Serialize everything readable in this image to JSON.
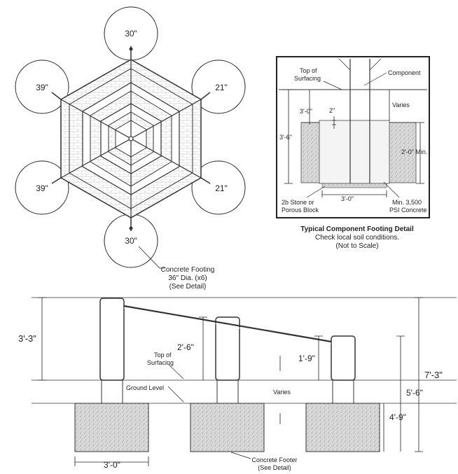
{
  "plan": {
    "footing_labels": [
      "30\"",
      "21\"",
      "21\"",
      "30\"",
      "39\"",
      "39\""
    ],
    "callout_line1": "Concrete Footing",
    "callout_line2": "36\" Dia. (x6)",
    "callout_line3": "(See Detail)"
  },
  "detail": {
    "top_of_surfacing_1": "Top of",
    "top_of_surfacing_2": "Surfacing",
    "component": "Component",
    "varies": "Varies",
    "dim_3_0_top": "3'-0\"",
    "dim_2": "2\"",
    "dim_3_6": "3'-6\"",
    "dim_2_0_min": "2'-0\" Min.",
    "dim_3_0_bottom": "3'-0\"",
    "stone_1": "2b Stone or",
    "stone_2": "Porous Block",
    "concrete_1": "Min. 3,500",
    "concrete_2": "PSI Concrete",
    "caption_title": "Typical Component Footing Detail",
    "caption_line2": "Check local soil conditions.",
    "caption_line3": "(Not to Scale)"
  },
  "elevation": {
    "dim_3_3": "3'-3\"",
    "dim_2_6": "2'-6\"",
    "dim_1_9": "1'-9\"",
    "dim_7_3": "7'-3\"",
    "dim_5_6": "5'-6\"",
    "dim_4_9": "4'-9\"",
    "top_surf_1": "Top of",
    "top_surf_2": "Surfacing",
    "ground_level": "Ground Level",
    "varies": "Varies",
    "dim_3_0": "3'-0\"",
    "footer_1": "Concrete Footer",
    "footer_2": "(See Detail)"
  }
}
